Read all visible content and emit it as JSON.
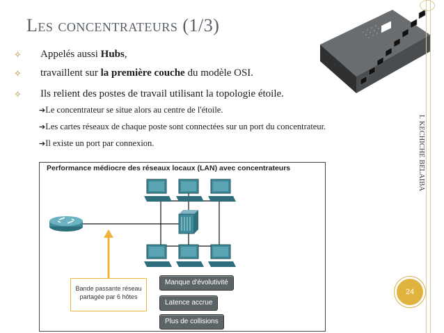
{
  "slide": {
    "title": "Les concentrateurs (1/3)",
    "bullets": [
      {
        "pre": "Appelés aussi ",
        "bold": "Hubs",
        "post": ","
      },
      {
        "pre": "travaillent sur ",
        "bold": "la première couche",
        "post": " du modèle OSI."
      },
      {
        "pre": "Ils relient des postes de travail utilisant la topologie étoile.",
        "bold": "",
        "post": ""
      }
    ],
    "subpoints": [
      "Le concentrateur se situe alors au centre de l'étoile.",
      "Les cartes réseaux de chaque poste sont connectées sur un port du concentrateur.",
      "Il existe un port par connexion."
    ],
    "arrow_glyph": "➔",
    "bullet_glyph": "✧",
    "author": "I. KECHICHE BELAIBA",
    "page_number": "24"
  },
  "diagram": {
    "title": "Performance médiocre des réseaux locaux (LAN) avec concentrateurs",
    "callout": "Bande passante réseau partagée par 6 hôtes",
    "tags": [
      "Manque d'évolutivité",
      "Latence accrue",
      "Plus de collisions"
    ]
  },
  "colors": {
    "accent": "#e0b23e",
    "title": "#555e66",
    "arrow": "#e8b44a",
    "device": "#3e8a9a"
  }
}
